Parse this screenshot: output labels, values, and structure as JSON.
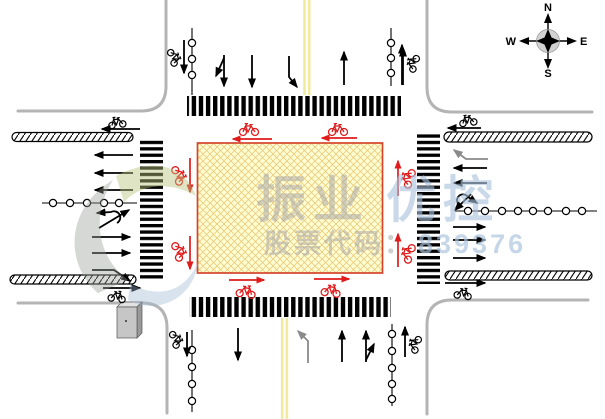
{
  "compass": {
    "n": "N",
    "e": "E",
    "s": "S",
    "w": "W"
  },
  "watermark": {
    "brand_part1": "振业",
    "brand_part2": "优控",
    "stock_label": "股票代码：",
    "stock_code": "839376"
  },
  "colors": {
    "road_edge": "#b4b4b4",
    "center_line_yellow": "#f1eb9d",
    "intersection_box_fill": "#ffffd4",
    "intersection_box_hatch": "#ecca7c",
    "intersection_box_border": "#d4452c",
    "crosswalk_stripe": "#000000",
    "lane_arrow": "#000000",
    "secondary_arrow_gray": "#8a8a8a",
    "bicycle_crossing_red": "#e01b1b",
    "watermark_gray": "#a8a8a8",
    "watermark_blue": "#aac2dd",
    "cabinet_gray": "#c6c6c6"
  },
  "icons": {
    "compass": "compass-rose-icon",
    "bicycle_black": "bicycle-icon",
    "bicycle_red": "bicycle-crossing-icon",
    "signal_cabinet": "signal-control-cabinet"
  },
  "intersection": {
    "type": "four-leg signalized crossroad channelization diagram",
    "center_box": "yellow keep-clear box with red crosshatch",
    "crosswalks": [
      "north",
      "south",
      "west",
      "east"
    ],
    "medians": [
      "west-north",
      "west-south",
      "east-north",
      "east-south"
    ],
    "approaches": {
      "north_entry_arrows": [
        "straight-with-left-merge",
        "straight",
        "right-merge"
      ],
      "north_exit_arrows": [
        "straight-up",
        "bike-lane-up"
      ],
      "south_entry_arrows": [
        "left-turn-gray",
        "straight",
        "straight-right",
        "bike-lane-up"
      ],
      "south_exit_arrows": [
        "straight-down",
        "bike-lane-down"
      ],
      "west_entry_arrows": [
        "uturn-straight",
        "straight",
        "straight",
        "right-merge"
      ],
      "west_exit_arrows": [
        "left",
        "left",
        "left"
      ],
      "east_entry_arrows": [
        "left-turn-gray",
        "straight",
        "straight",
        "uturn-left"
      ],
      "east_exit_arrows": [
        "right",
        "right",
        "right"
      ]
    },
    "bicycle_crossings": {
      "north_edge": "two red bikes heading west",
      "south_edge": "two red bikes heading east",
      "west_edge": "two red bikes heading south",
      "east_edge": "two red bikes heading north"
    }
  }
}
